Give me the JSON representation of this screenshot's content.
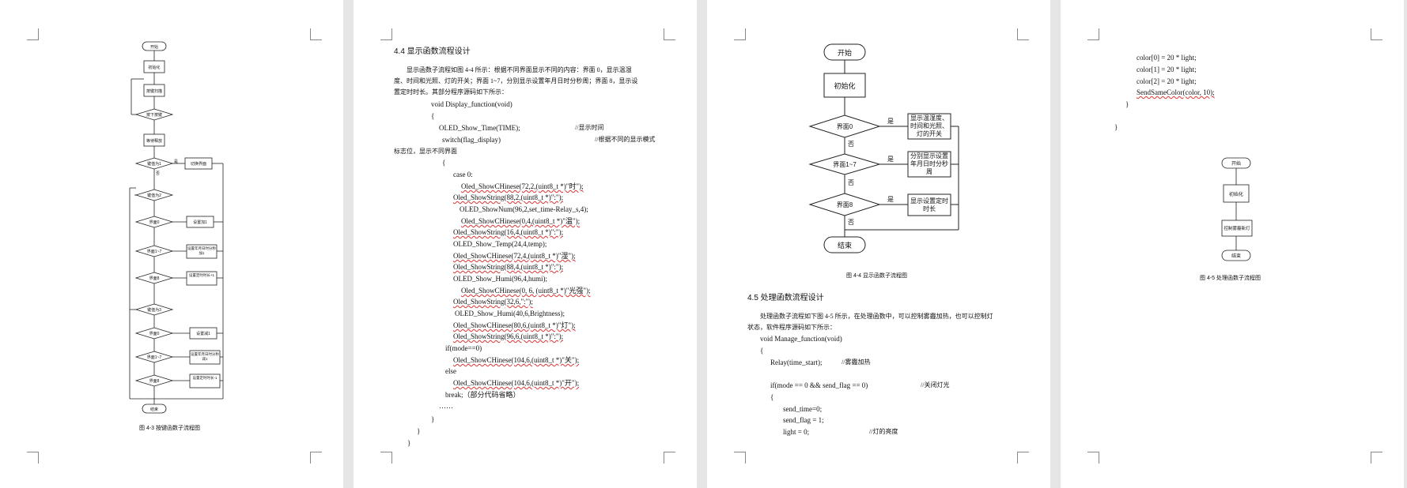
{
  "page1": {
    "flow": {
      "start": "开始",
      "init": "初始化",
      "scan": "按键扫描",
      "q_press": "按下按键",
      "release": "等待释放",
      "q_key1": "键值为1",
      "switch": "切换界面",
      "q_key2": "键值为2",
      "q_iface0": "界面0",
      "add": "设置加1",
      "q_iface17": "界面1~7",
      "time_add1": "设置年月日时分秒加1",
      "q_iface8": "界面8",
      "timer_add": "设置定时时长+1",
      "q_key3": "键值为3",
      "sub": "设置减1",
      "q_iface17b": "界面1~7",
      "time_sub1": "设置年月日时分秒减1",
      "q_iface8b": "界面8",
      "timer_sub": "设置定时时长-1",
      "end": "结束",
      "yes": "是",
      "no": "否"
    },
    "caption": "图 4-3   按键函数子流程图"
  },
  "page2": {
    "heading": "4.4 显示函数流程设计",
    "para1": "显示函数子流程如图 4-4 所示：根据不同界面显示不同的内容：界面 0，显示温湿",
    "para2": "度、时间和光照、灯的开关；界面 1~7，分别显示设置年月日时分秒周；界面 8，显示设",
    "para3": "置定时时长。其部分程序源码如下所示：",
    "code": [
      "void Display_function(void)",
      "{",
      "OLED_Show_Time(TIME);",
      "//显示时间",
      "switch(flag_display)",
      "//根据不同的显示模式",
      "标志位，显示不同界面",
      "{",
      "case 0:",
      "Oled_ShowCHinese(72,2,(uint8_t *)\"时\");",
      "Oled_ShowString(88,2,(uint8_t *)\":\");",
      "OLED_ShowNum(96,2,set_time-Relay_s,4);",
      "Oled_ShowCHinese(0,4,(uint8_t *)\"温\");",
      "Oled_ShowString(16,4,(uint8_t *)\":\");",
      "OLED_Show_Temp(24,4,temp);",
      "Oled_ShowCHinese(72,4,(uint8_t *)\"湿\");",
      "Oled_ShowString(88,4,(uint8_t *)\":\");",
      "OLED_Show_Humi(96,4,humi);",
      "Oled_ShowCHinese(0, 6, (uint8_t *)\"光强\");",
      "Oled_ShowString(32,6,\":\");",
      "OLED_Show_Humi(40,6,Brightness);",
      "Oled_ShowCHinese(80,6,(uint8_t *)\"灯\");",
      "Oled_ShowString(96,6,(uint8_t *)\":\");",
      "if(mode==0)",
      "Oled_ShowCHinese(104,6,(uint8_t *)\"关\");",
      "else",
      "Oled_ShowCHinese(104,6,(uint8_t *)\"开\");",
      "break;（部分代码省略）",
      "……",
      "}",
      "}",
      "}"
    ]
  },
  "page3": {
    "flow": {
      "start": "开始",
      "init": "初始化",
      "q_iface0": "界面0",
      "show0": "显示温湿度、时间和光照、灯的开关",
      "q_iface17": "界面1~7",
      "show17": "分别显示设置年月日时分秒周",
      "q_iface8": "界面8",
      "show8": "显示设置定时时长",
      "end": "结束",
      "yes": "是",
      "no": "否"
    },
    "caption": "图 4-4   显示函数子流程图",
    "heading": "4.5 处理函数流程设计",
    "para1": "处理函数子流程如下图 4-5 所示，在处理函数中，可以控制雾霾加热，也可以控制灯",
    "para2": "状态，软件程序源码如下所示：",
    "code": [
      "void Manage_function(void)",
      "{",
      "Relay(time_start);",
      "//雾霾加热",
      "if(mode == 0 && send_flag == 0)",
      "//关闭灯光",
      "{",
      "send_time=0;",
      "send_flag = 1;",
      "light = 0;",
      "//灯的亮度"
    ]
  },
  "page4": {
    "code": [
      "color[0] = 20 * light;",
      "color[1] = 20 * light;",
      "color[2] = 20 * light;",
      "SendSameColor(color, 10);",
      "}",
      "}"
    ],
    "flow": {
      "start": "开始",
      "init": "初始化",
      "control": "控制雾霾新灯",
      "end": "结束"
    },
    "caption": "图 4-5   处理函数子流程图"
  }
}
